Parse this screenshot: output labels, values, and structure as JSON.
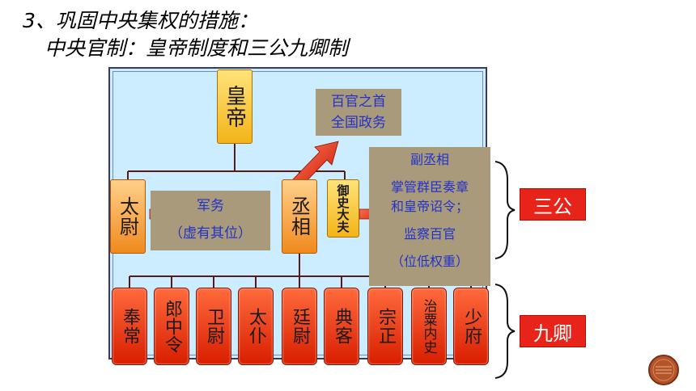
{
  "heading": {
    "line1": "3、巩固中央集权的措施：",
    "line2": "中央官制：皇帝制度和三公九卿制"
  },
  "emperor": "皇帝",
  "emperor_note": {
    "line1": "百官之首",
    "line2": "全国政务"
  },
  "sangong": [
    {
      "name": "太尉"
    },
    {
      "name": "丞相"
    },
    {
      "name": "御史大夫"
    }
  ],
  "taiwei_note": {
    "line1": "军务",
    "line2": "（虚有其位）"
  },
  "yushi_note": {
    "line1": "副丞相",
    "line2": "掌管群臣奏章",
    "line3": "和皇帝诏令；",
    "line4": "监察百官",
    "line5": "（位低权重）"
  },
  "jiuqing": [
    "奉常",
    "郎中令",
    "卫尉",
    "太仆",
    "廷尉",
    "典客",
    "宗正",
    "治粟内史",
    "少府"
  ],
  "group_labels": {
    "sangong": "三公",
    "jiuqing": "九卿"
  },
  "colors": {
    "panel_bg": "#ccecff",
    "emperor_fill": "#f3b418",
    "official_fill": "#f08a1e",
    "jiuqing_fill": "#d81e00",
    "note_fill": "#a89a7a",
    "note_text": "#2233cc",
    "label_fill": "#e8241a"
  }
}
